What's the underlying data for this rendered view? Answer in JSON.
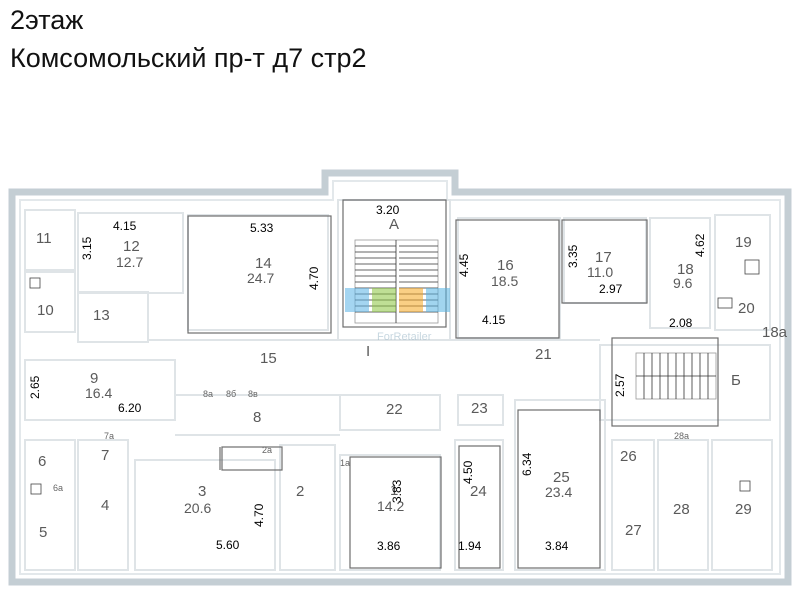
{
  "header": {
    "floor": "2этаж",
    "address": "Комсомольский пр-т д7 стр2"
  },
  "watermark": {
    "text": "ForRetailer",
    "colors": [
      "#5ab4e6",
      "#8cc63f",
      "#f7a823",
      "#56b3e3"
    ]
  },
  "rooms": {
    "r1": "1",
    "r1a": "1а",
    "r2": "2",
    "r2a": "2а",
    "r3": "3",
    "r4": "4",
    "r5": "5",
    "r6": "6",
    "r6a": "6а",
    "r7": "7",
    "r7a": "7а",
    "r8": "8",
    "r8a": "8а",
    "r8b": "8б",
    "r8v": "8в",
    "r9": "9",
    "r10": "10",
    "r11": "11",
    "r12": "12",
    "r13": "13",
    "r14": "14",
    "r15": "15",
    "r16": "16",
    "r17": "17",
    "r18": "18",
    "r18a": "18а",
    "r19": "19",
    "r20": "20",
    "r21": "21",
    "r22": "22",
    "r23": "23",
    "r24": "24",
    "r25": "25",
    "r26": "26",
    "r27": "27",
    "r28": "28",
    "r28a": "28а",
    "r29": "29",
    "stairA": "А",
    "stairB": "Б",
    "corridorI": "I"
  },
  "areas": {
    "a1": "14.2",
    "a3": "20.6",
    "a9": "16.4",
    "a12": "12.7",
    "a14": "24.7",
    "a16": "18.5",
    "a17": "11.0",
    "a18": "9.6",
    "a25": "23.4"
  },
  "dimensions": {
    "d_415_12": "4.15",
    "d_315": "3.15",
    "d_533": "5.33",
    "d_470_14": "4.70",
    "d_320": "3.20",
    "d_445": "4.45",
    "d_415_16": "4.15",
    "d_335": "3.35",
    "d_297": "2.97",
    "d_462": "4.62",
    "d_208": "2.08",
    "d_265": "2.65",
    "d_620": "6.20",
    "d_257": "2.57",
    "d_450": "4.50",
    "d_634": "6.34",
    "d_470_3": "4.70",
    "d_560": "5.60",
    "d_383": "3.83",
    "d_386": "3.86",
    "d_194": "1.94",
    "d_384": "3.84"
  }
}
